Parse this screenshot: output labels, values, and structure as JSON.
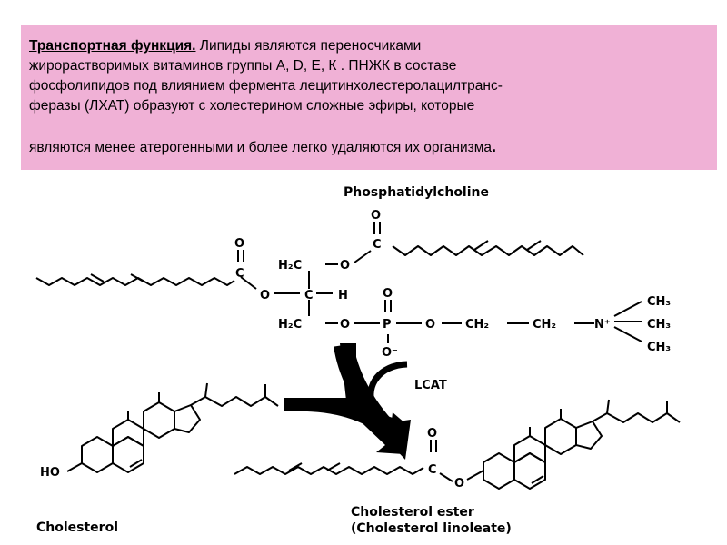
{
  "text": {
    "title": "Транспортная функция.",
    "line1": " Липиды являются переносчиками",
    "line2": "жирорастворимых витаминов группы А, D, Е, К . ПНЖК  в составе",
    "line3": "фосфолипидов под влиянием фермента лецитинхолестеролацилтранс-",
    "line4": "феразы (ЛХАТ)  образуют с холестерином сложные эфиры, которые",
    "line5": "являются менее атерогенными и более легко удаляются их организма",
    "line5_end": "."
  },
  "diagram": {
    "phosphatidylcholine_label": "Phosphatidylcholine",
    "lcat_label": "LCAT",
    "cholesterol_label": "Cholesterol",
    "ester_label_1": "Cholesterol ester",
    "ester_label_2": "(Cholesterol linoleate)",
    "atoms": {
      "o": "O",
      "c": "C",
      "h": "H",
      "p": "P",
      "h2c": "H₂C",
      "ch2": "CH₂",
      "ch3": "CH₃",
      "n_plus": "N⁺",
      "o_minus": "O⁻",
      "ho": "HO",
      "dash": "–"
    }
  },
  "colors": {
    "box_background": "#f0b1d6"
  }
}
